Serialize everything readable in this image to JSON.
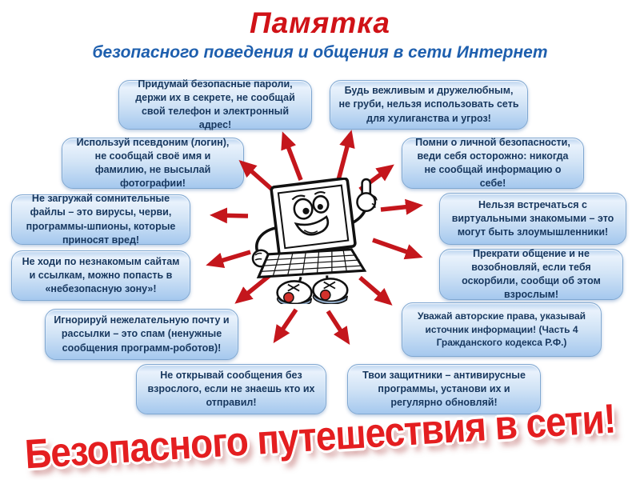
{
  "header": {
    "title": "Памятка",
    "subtitle": "безопасного поведения и общения в сети Интернет"
  },
  "tips": [
    {
      "text": "Придумай безопасные пароли, держи их в секрете, не сообщай свой телефон и электронный адрес!"
    },
    {
      "text": "Будь вежливым и дружелюбным, не груби, нельзя использовать сеть для хулиганства и угроз!"
    },
    {
      "text": "Используй псевдоним (логин), не сообщай своё имя и фамилию, не высылай фотографии!"
    },
    {
      "text": "Помни о личной безопасности, веди себя осторожно: никогда не сообщай информацию о себе!"
    },
    {
      "text": "Не загружай сомнительные файлы – это вирусы, черви, программы-шпионы, которые приносят вред!"
    },
    {
      "text": "Нельзя встречаться с виртуальными знакомыми – это могут быть злоумышленники!"
    },
    {
      "text": "Не ходи по незнакомым сайтам и ссылкам, можно попасть в «небезопасную зону»!"
    },
    {
      "text": "Прекрати общение и не возобновляй, если тебя оскорбили, сообщи об этом взрослым!"
    },
    {
      "text": "Игнорируй нежелательную почту и рассылки – это спам (ненужные сообщения программ-роботов)!"
    },
    {
      "text": "Уважай авторские права, указывай источник информации! (Часть 4 Гражданского кодекса Р.Ф.)"
    },
    {
      "text": "Не открывай сообщения без взрослого, если не знаешь кто их отправил!"
    },
    {
      "text": "Твои защитники – антивирусные программы, установи их и регулярно обновляй!"
    }
  ],
  "center": {
    "illustration": "laptop-mascot-icon"
  },
  "footer": {
    "banner": "Безопасного путешествия в сети!"
  },
  "colors": {
    "title_red": "#D01217",
    "subtitle_blue": "#1E5FAE",
    "arrow_red": "#C4161C",
    "tip_text_navy": "#17375E",
    "banner_red": "#E41E20",
    "box_fill_top": "#E9F2FC",
    "box_fill_bottom": "#A5C8EE",
    "box_border": "#7FA7D1"
  }
}
